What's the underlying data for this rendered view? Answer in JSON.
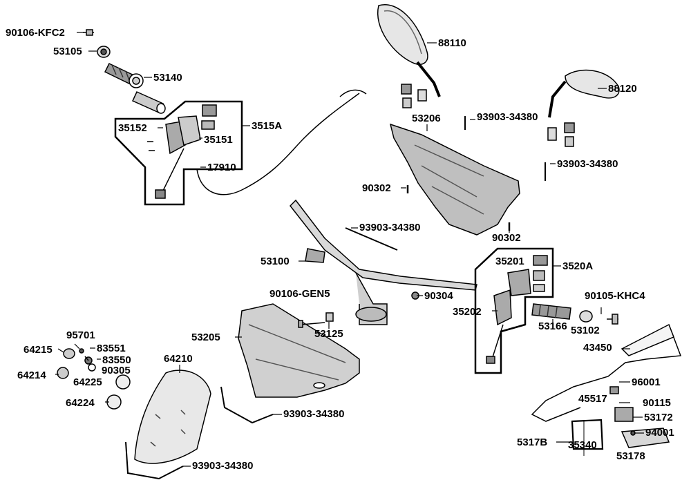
{
  "labels": {
    "p90106_kfc2": "90106-KFC2",
    "p53105": "53105",
    "p53140": "53140",
    "p88110": "88110",
    "p88120": "88120",
    "p53206": "53206",
    "p93903_a": "93903-34380",
    "p93903_b": "93903-34380",
    "p35152": "35152",
    "p3515a": "3515A",
    "p35151": "35151",
    "p17910": "17910",
    "p90302_a": "90302",
    "p90302_b": "90302",
    "p93903_c": "93903-34380",
    "p53100": "53100",
    "p35201": "35201",
    "p3520a": "3520A",
    "p90106_gen5": "90106-GEN5",
    "p90304": "90304",
    "p90105_khc4": "90105-KHC4",
    "p35202": "35202",
    "p53166": "53166",
    "p53102": "53102",
    "p53125": "53125",
    "p95701": "95701",
    "p53205": "53205",
    "p64215": "64215",
    "p83551": "83551",
    "p83550": "83550",
    "p90305": "90305",
    "p64214": "64214",
    "p64225": "64225",
    "p64210": "64210",
    "p64224": "64224",
    "p43450": "43450",
    "p96001": "96001",
    "p45517": "45517",
    "p90115": "90115",
    "p53172": "53172",
    "p94001": "94001",
    "p5317b": "5317B",
    "p35340": "35340",
    "p53178": "53178",
    "p93903_d": "93903-34380",
    "p93903_e": "93903-34380"
  }
}
